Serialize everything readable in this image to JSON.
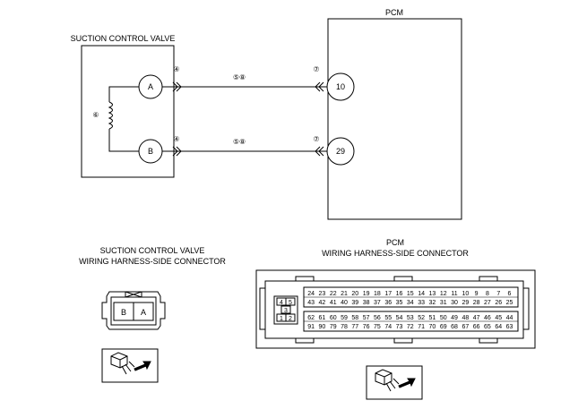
{
  "valve": {
    "title": "SUCTION CONTROL VALVE",
    "terminal_a": "A",
    "terminal_b": "B",
    "coil_marker": "⑥",
    "marker_a": "④",
    "marker_b": "④"
  },
  "pcm": {
    "title": "PCM",
    "terminal_10": "10",
    "terminal_29": "29",
    "marker_top": "⑦",
    "marker_bottom": "⑦"
  },
  "wires": {
    "marker_top": "⑤⑧",
    "marker_bottom": "⑤⑧"
  },
  "valve_connector": {
    "title_line1": "SUCTION CONTROL VALVE",
    "title_line2": "WIRING HARNESS-SIDE CONNECTOR",
    "pins": [
      "B",
      "A"
    ]
  },
  "pcm_connector": {
    "title_line1": "PCM",
    "title_line2": "WIRING HARNESS-SIDE CONNECTOR",
    "small_block": {
      "row1": [
        "4",
        "5"
      ],
      "row2": [
        "3"
      ],
      "row3": [
        "1",
        "2"
      ]
    },
    "rows": [
      [
        "24",
        "23",
        "22",
        "21",
        "20",
        "19",
        "18",
        "17",
        "16",
        "15",
        "14",
        "13",
        "12",
        "11",
        "10",
        "9",
        "8",
        "7",
        "6"
      ],
      [
        "43",
        "42",
        "41",
        "40",
        "39",
        "38",
        "37",
        "36",
        "35",
        "34",
        "33",
        "32",
        "31",
        "30",
        "29",
        "28",
        "27",
        "26",
        "25"
      ],
      [
        "62",
        "61",
        "60",
        "59",
        "58",
        "57",
        "56",
        "55",
        "54",
        "53",
        "52",
        "51",
        "50",
        "49",
        "48",
        "47",
        "46",
        "45",
        "44"
      ],
      [
        "91",
        "90",
        "79",
        "78",
        "77",
        "76",
        "75",
        "74",
        "73",
        "72",
        "71",
        "70",
        "69",
        "68",
        "67",
        "66",
        "65",
        "64",
        "63"
      ]
    ]
  },
  "colors": {
    "line": "#000000",
    "background": "#ffffff"
  }
}
